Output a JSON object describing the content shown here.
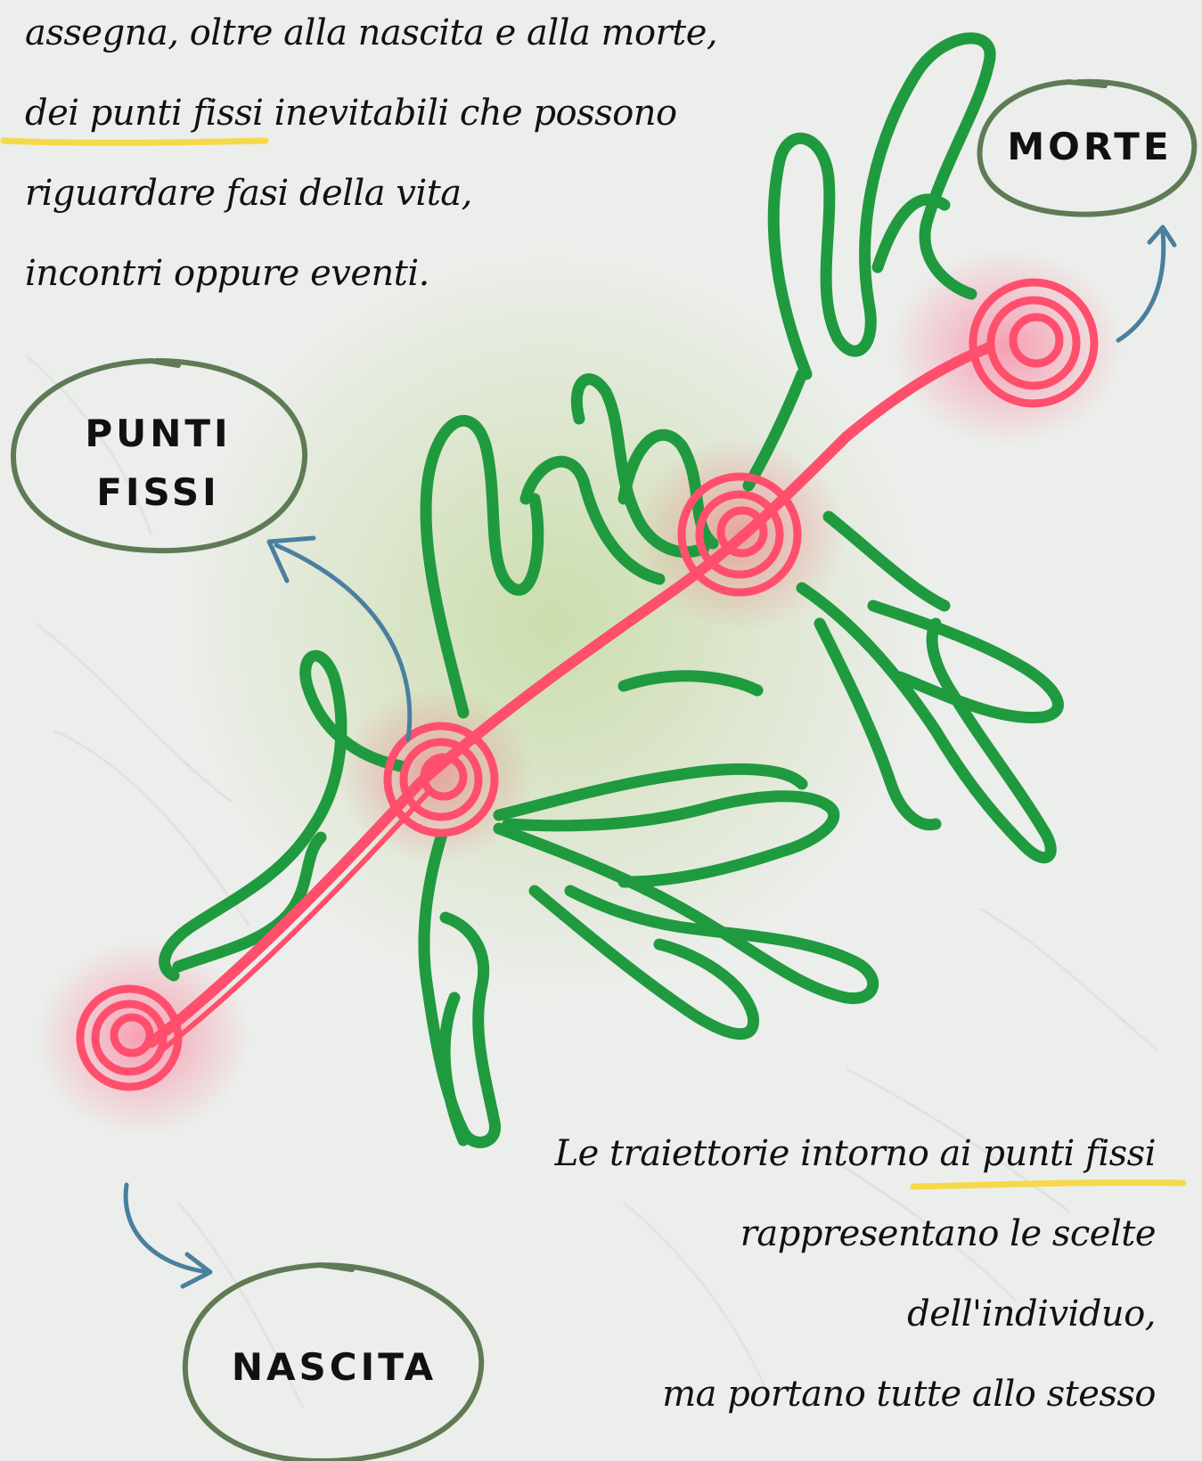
{
  "intro_text": {
    "lines": [
      "assegna, oltre alla nascita e alla morte,",
      "dei punti fissi inevitabili che possono",
      "riguardare fasi della vita,",
      "incontri oppure eventi."
    ]
  },
  "labels": {
    "morte": "MORTE",
    "punti_fissi_line1": "PUNTI",
    "punti_fissi_line2": "FISSI",
    "nascita": "NASCITA"
  },
  "closing_text": {
    "lines": [
      "Le traiettorie intorno ai punti fissi",
      "rappresentano le scelte",
      "dell'individuo,",
      "ma portano tutte allo stesso"
    ]
  },
  "colors": {
    "background": "#eceeeb",
    "trajectory_green": "#1f9a3f",
    "fixed_point_pink": "#ff4f6d",
    "bubble_outline": "#5f7a55",
    "arrow_blue": "#4a7f9e",
    "highlight_yellow": "#f5d94a"
  }
}
